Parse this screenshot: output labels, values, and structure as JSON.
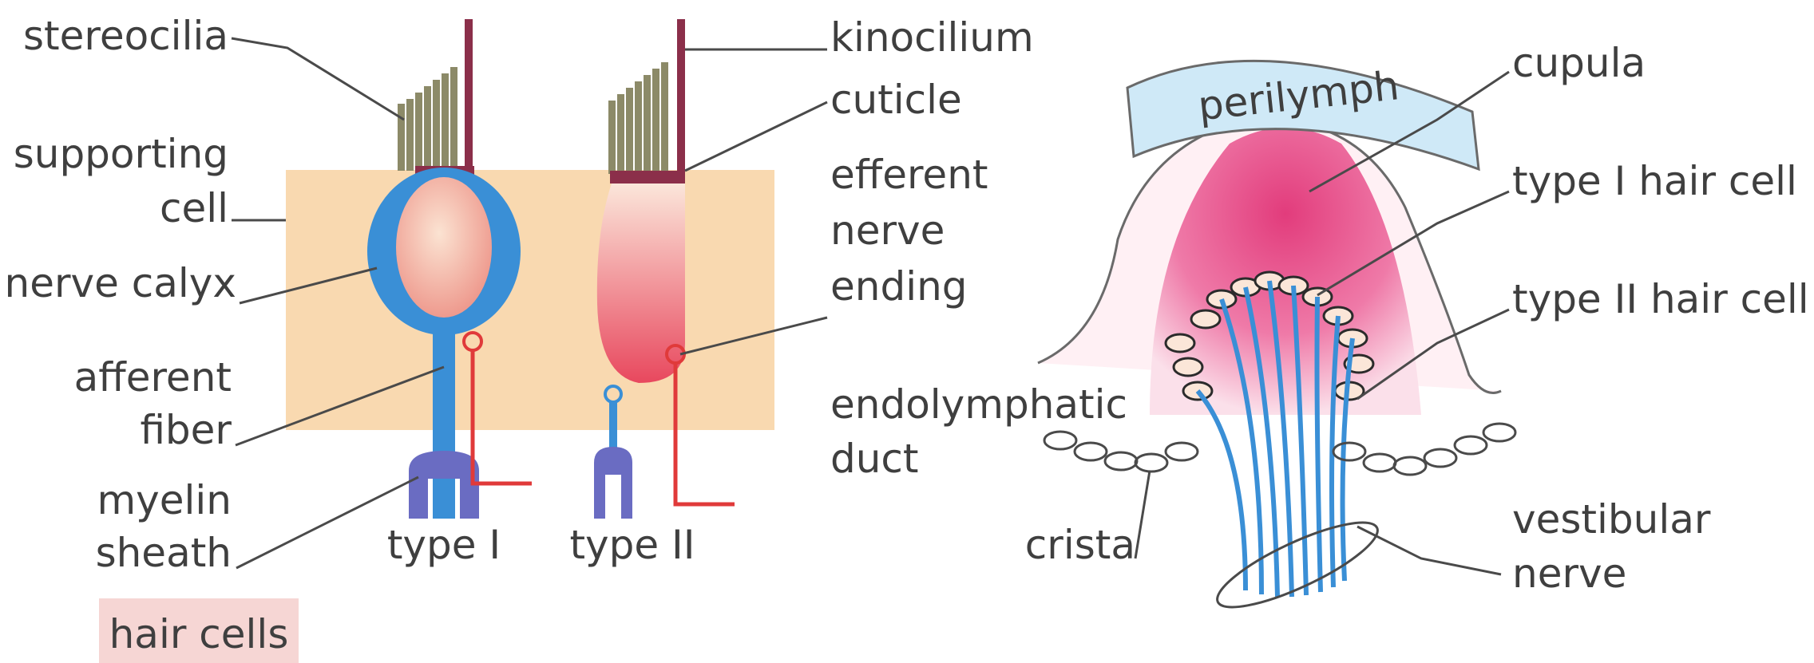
{
  "left_panel": {
    "labels": {
      "stereocilia": "stereocilia",
      "supporting": "supporting",
      "cell": "cell",
      "nerve_calyx": "nerve calyx",
      "afferent": "afferent",
      "fiber": "fiber",
      "myelin": "myelin",
      "sheath": "sheath",
      "type_i": "type I",
      "type_ii": "type II",
      "kinocilium": "kinocilium",
      "cuticle": "cuticle",
      "efferent": "efferent",
      "nerve": "nerve",
      "ending": "ending",
      "endolymphatic": "endolymphatic",
      "duct": "duct"
    },
    "caption": "hair cells"
  },
  "right_panel": {
    "labels": {
      "perilymph": "perilymph",
      "cupula": "cupula",
      "type_i_hair_cell": "type I hair cell",
      "type_ii_hair_cell": "type II hair cell",
      "crista": "crista",
      "vestibular": "vestibular",
      "nerve": "nerve"
    }
  },
  "colors": {
    "label_text": "#3f3f3f",
    "supporting_cell": "#f9d9b0",
    "nerve_blue": "#3a8fd6",
    "myelin_purple": "#6a6cc2",
    "kinocilium": "#8b2f4a",
    "stereocilia": "#8c8a68",
    "efferent_red": "#e03a3a",
    "cupula_pink": "#e8508a",
    "perilymph_blue": "#cfe9f7",
    "caption_bg": "#f6d6d4"
  }
}
